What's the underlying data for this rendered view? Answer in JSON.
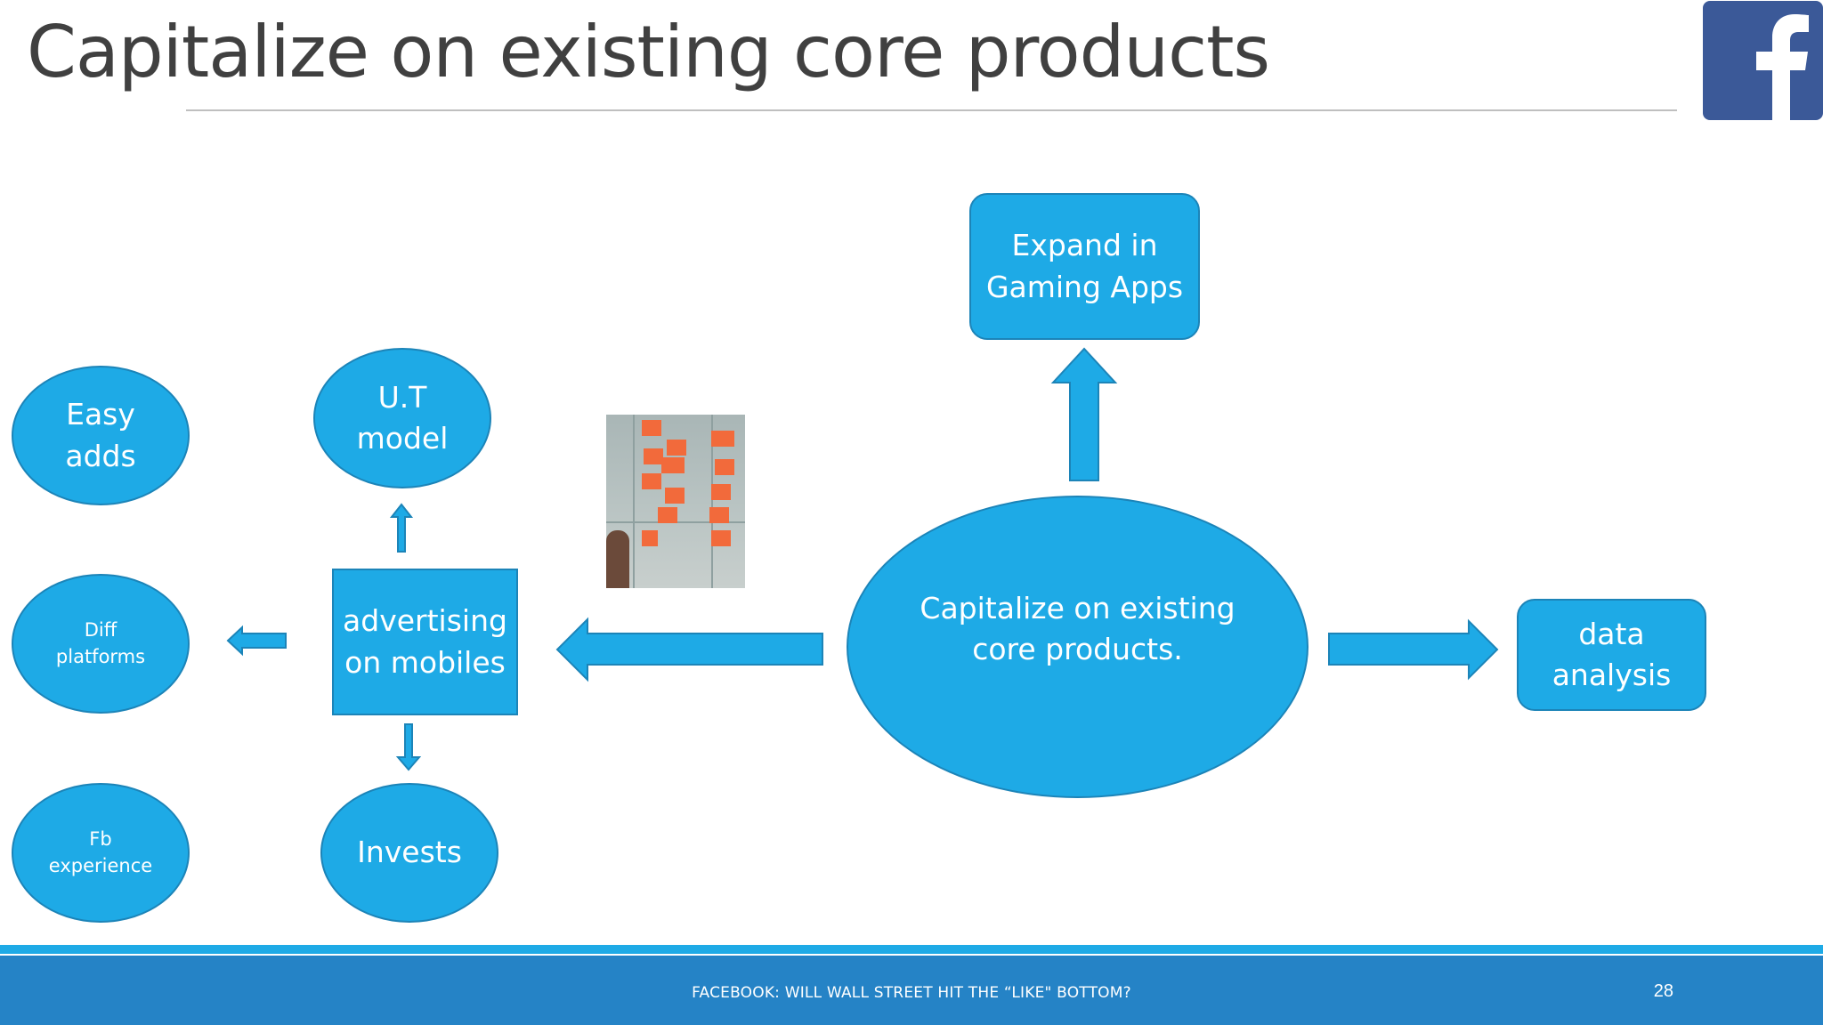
{
  "slide": {
    "title": "Capitalize on existing core products",
    "footer": "FACEBOOK: WILL WALL STREET HIT THE “LIKE\" BOTTOM?",
    "page_number": "28",
    "logo_icon": "facebook-logo-icon"
  },
  "diagram": {
    "center": "Capitalize on existing\ncore products.",
    "expand": "Expand in\nGaming Apps",
    "data_analysis": "data\nanalysis",
    "advertising": "advertising\non mobiles",
    "ut_model": "U.T\nmodel",
    "invests": "Invests",
    "easy_adds": "Easy\nadds",
    "diff_platforms": "Diff\nplatforms",
    "fb_experience": "Fb\nexperience"
  },
  "colors": {
    "node_fill": "#1eaae6",
    "node_border": "#1c84b8",
    "footer_band": "#2583c6",
    "logo_blue": "#3b5998",
    "title_text": "#404040"
  }
}
